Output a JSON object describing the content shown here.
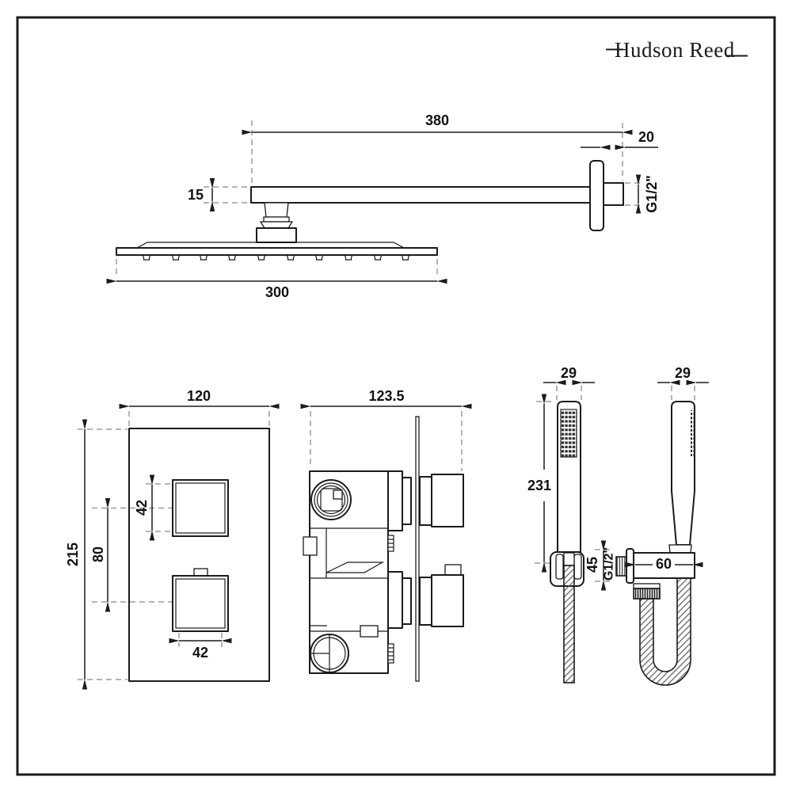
{
  "brand": {
    "name": "Hudson Reed"
  },
  "overhead": {
    "arm_length": "380",
    "wall_offset": "20",
    "arm_thickness": "15",
    "thread": "G1/2\"",
    "head_width": "300"
  },
  "valve_front": {
    "width": "120",
    "height": "215",
    "handle_height": "42",
    "handle_spacing": "80",
    "handle_width": "42"
  },
  "valve_side": {
    "depth": "123.5"
  },
  "handset": {
    "front_width": "29",
    "side_width": "29",
    "length": "231",
    "holder_height": "45",
    "thread": "G1/2\"",
    "elbow_length": "60"
  }
}
